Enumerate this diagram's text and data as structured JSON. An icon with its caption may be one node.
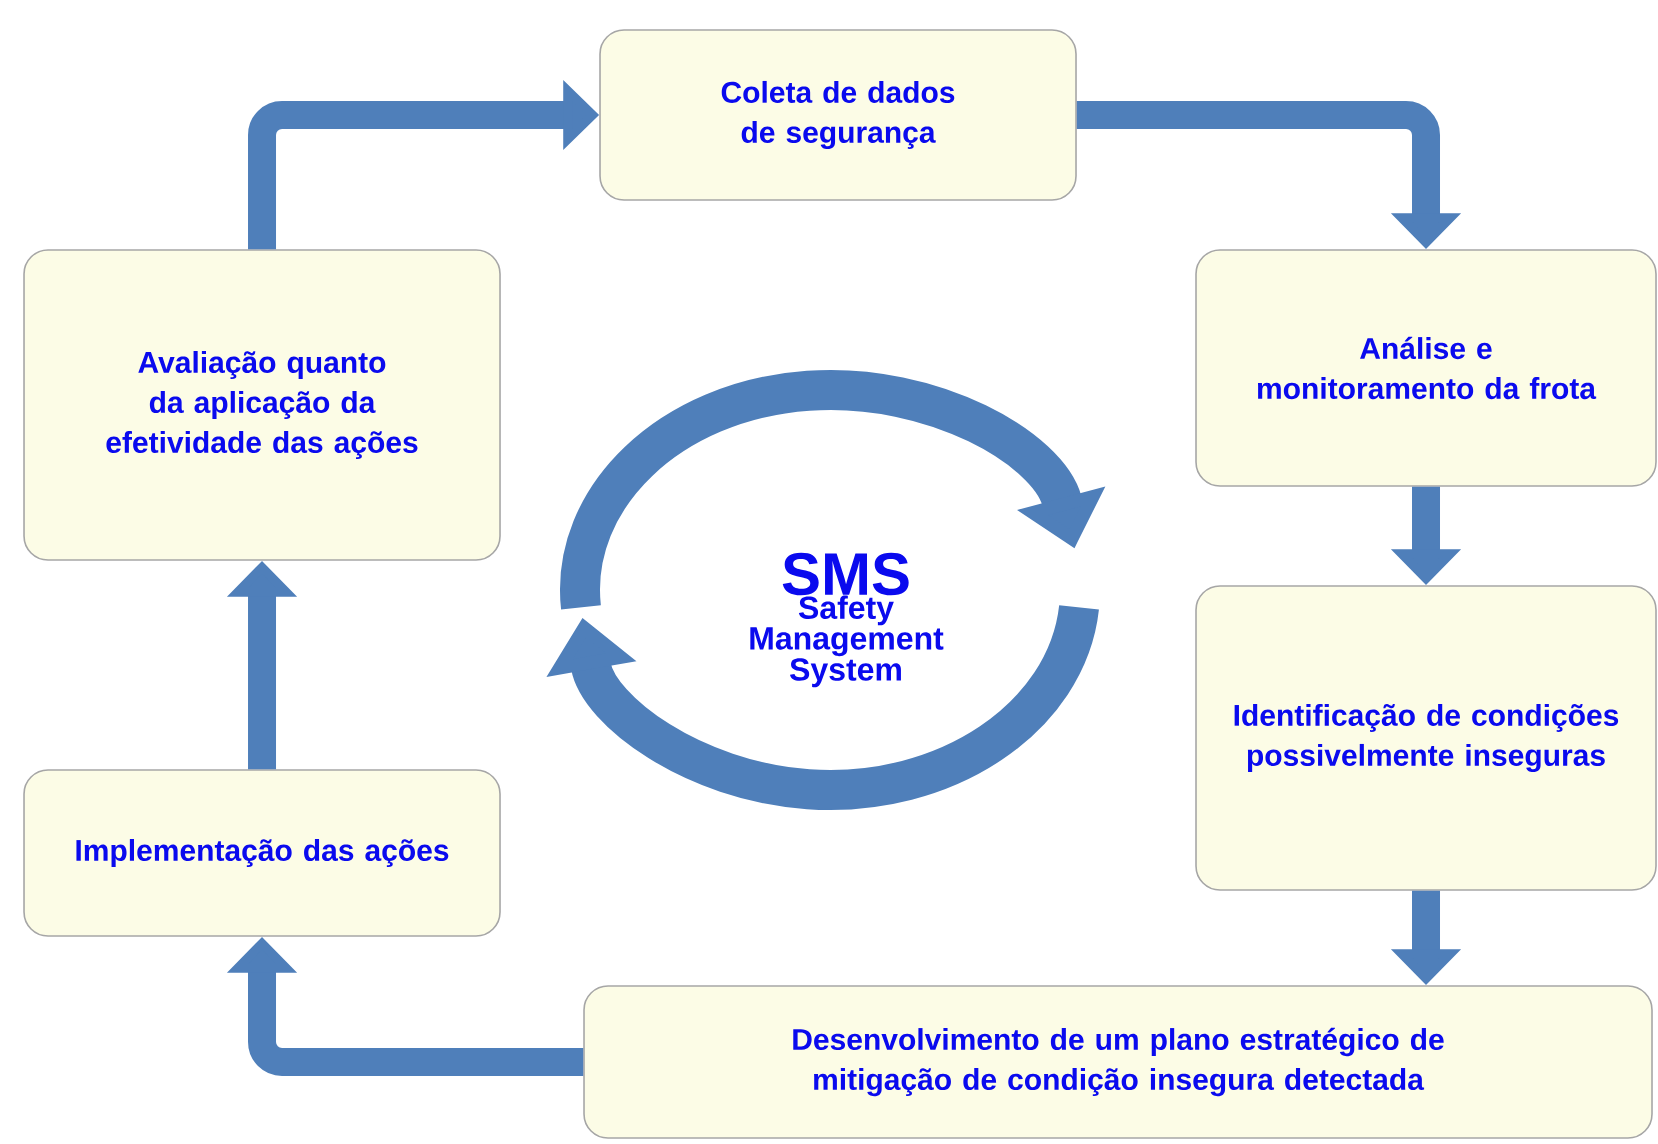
{
  "diagram": {
    "nodes": [
      {
        "text": [
          "Coleta de dados de segurança"
        ]
      },
      {
        "text": [
          "Análise e monitoramento da frota"
        ]
      },
      {
        "text": [
          "Identificação de condições possivelmente inseguras"
        ]
      },
      {
        "text": [
          "Desenvolvimento de um plano estratégico de mitigação de condição insegura detectada"
        ]
      },
      {
        "text": [
          "Implementação das ações"
        ]
      },
      {
        "text": [
          "Avaliação quanto da aplicação da efetividade das ações"
        ]
      },
      {
        "text": [
          "SMS",
          "Safety Management System"
        ]
      }
    ],
    "edges": [
      {
        "from": 5,
        "to": 0,
        "arrow": "to"
      },
      {
        "from": 0,
        "to": 1,
        "arrow": "to"
      },
      {
        "from": 1,
        "to": 2,
        "arrow": "to"
      },
      {
        "from": 2,
        "to": 3,
        "arrow": "to"
      },
      {
        "from": 3,
        "to": 4,
        "arrow": "to"
      },
      {
        "from": 4,
        "to": 5,
        "arrow": "to"
      }
    ]
  }
}
